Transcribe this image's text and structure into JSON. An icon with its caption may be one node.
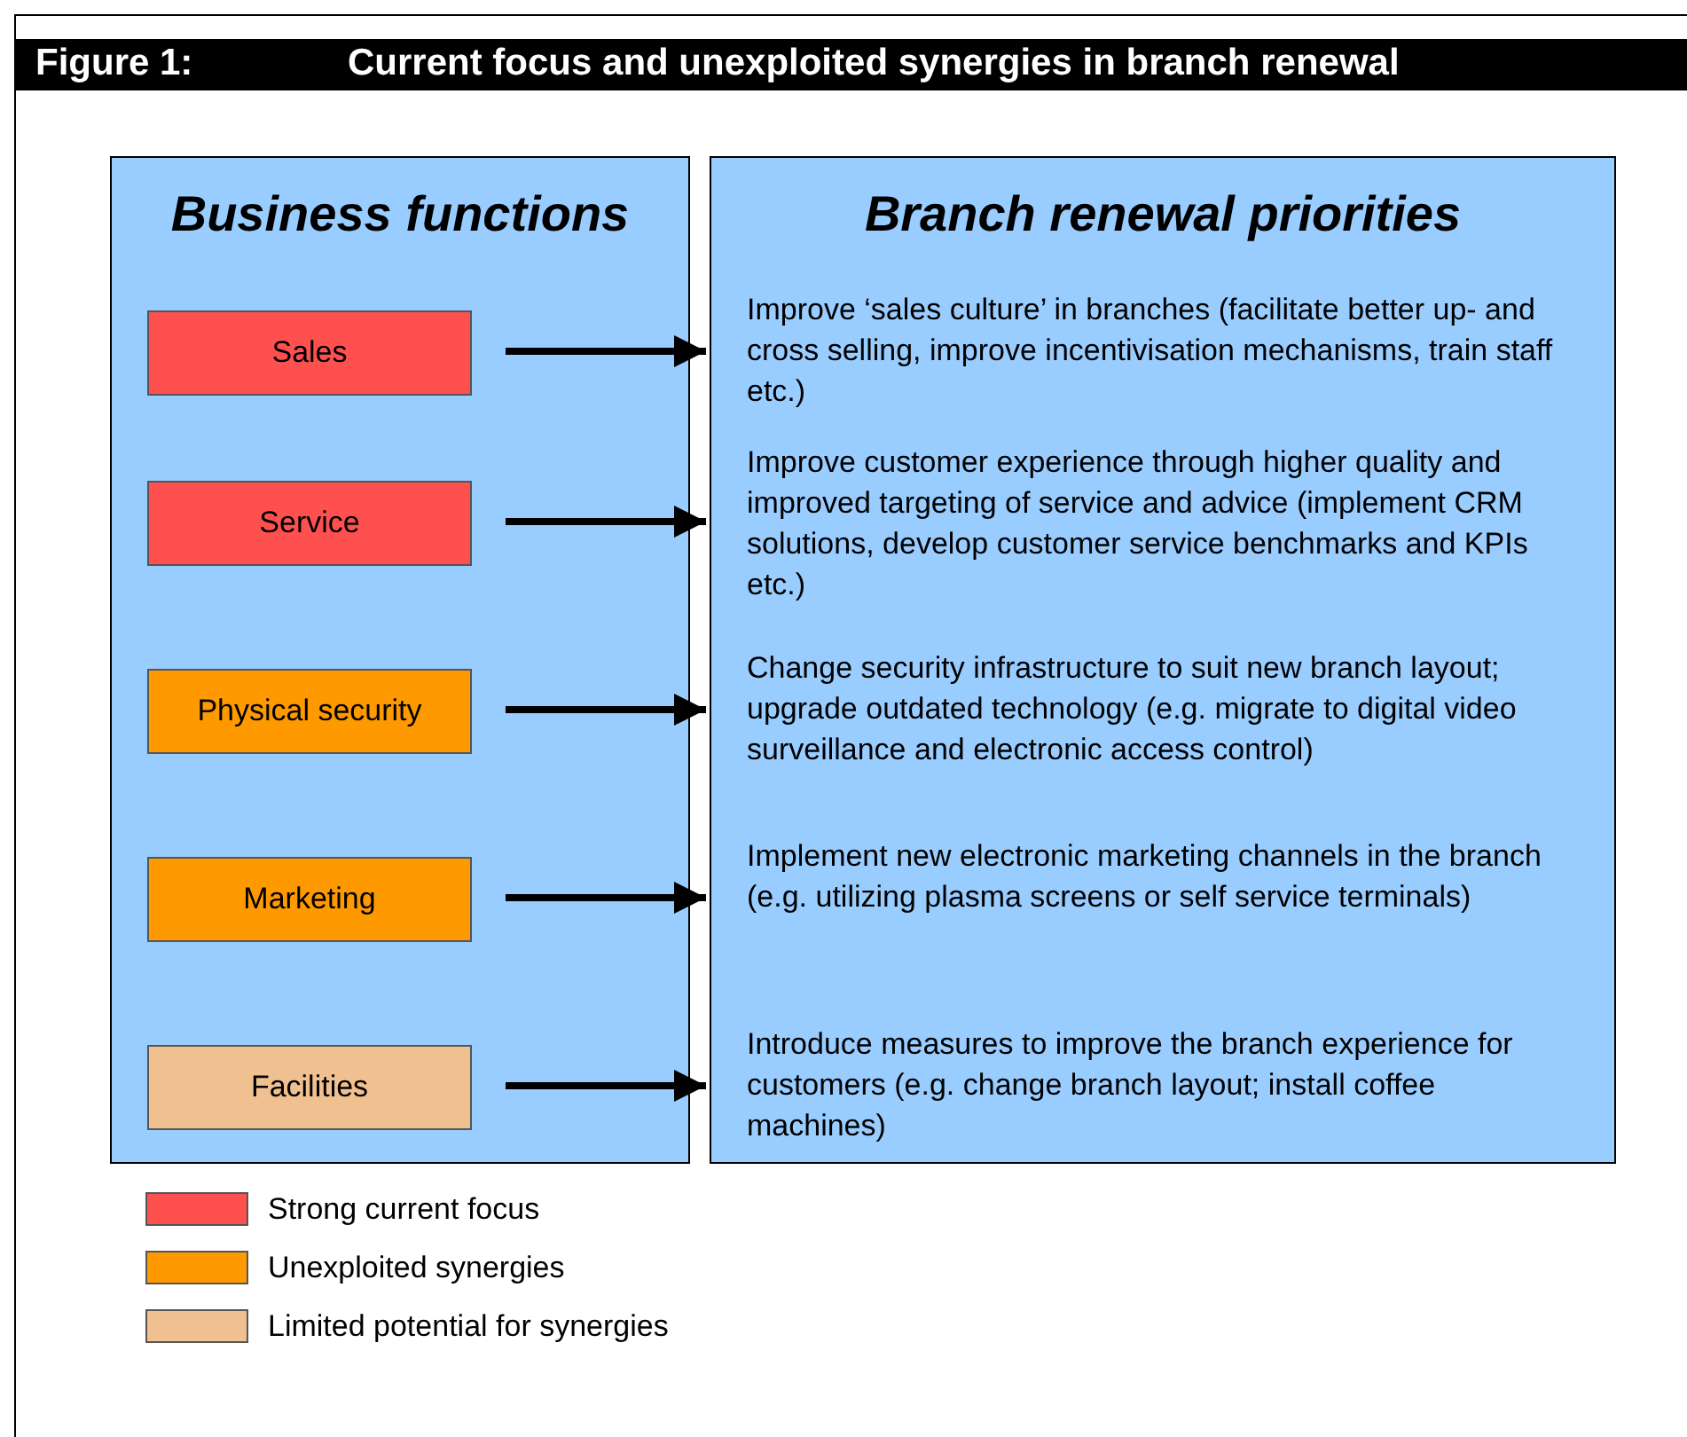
{
  "diagram": {
    "title": "Current focus and unexploited synergies in branch renewal",
    "nodes": [
      {
        "text": [
          "Business functions"
        ]
      },
      {
        "text": [
          "Branch renewal priorities"
        ]
      },
      {
        "text": [
          "Sales"
        ],
        "in": 0
      },
      {
        "text": [
          "Service"
        ],
        "in": 0
      },
      {
        "text": [
          "Physical security"
        ],
        "in": 0
      },
      {
        "text": [
          "Marketing"
        ],
        "in": 0
      },
      {
        "text": [
          "Facilities"
        ],
        "in": 0
      },
      {
        "text": [
          "Improve ‘sales culture’ in branches (facilitate better up- and cross selling, improve incentivisation mechanisms, train staff etc.)"
        ],
        "in": 1
      },
      {
        "text": [
          "Improve customer experience through higher quality and improved targeting of service and advice (implement CRM solutions, develop customer service benchmarks and KPIs etc.)"
        ],
        "in": 1
      },
      {
        "text": [
          "Change security infrastructure to suit new branch layout; upgrade outdated technology (e.g. migrate to digital video surveillance and electronic access control)"
        ],
        "in": 1
      },
      {
        "text": [
          "Implement new electronic marketing channels in the branch (e.g. utilizing plasma screens or self service terminals)"
        ],
        "in": 1
      },
      {
        "text": [
          "Introduce measures to improve the branch experience for customers (e.g. change branch layout; install coffee machines)"
        ],
        "in": 1
      }
    ],
    "edges": [
      {
        "from": 2,
        "to": 7,
        "arrow": "to"
      },
      {
        "from": 3,
        "to": 8,
        "arrow": "to"
      },
      {
        "from": 4,
        "to": 9,
        "arrow": "to"
      },
      {
        "from": 5,
        "to": 10,
        "arrow": "to"
      },
      {
        "from": 6,
        "to": 11,
        "arrow": "to"
      }
    ],
    "labels": [
      "Figure 1:"
    ],
    "legend": [
      {
        "text": "Strong current focus",
        "color": "#ff5050"
      },
      {
        "text": "Unexploited synergies",
        "color": "#ff9900"
      },
      {
        "text": "Limited potential for synergies",
        "color": "#f0c090"
      }
    ]
  }
}
